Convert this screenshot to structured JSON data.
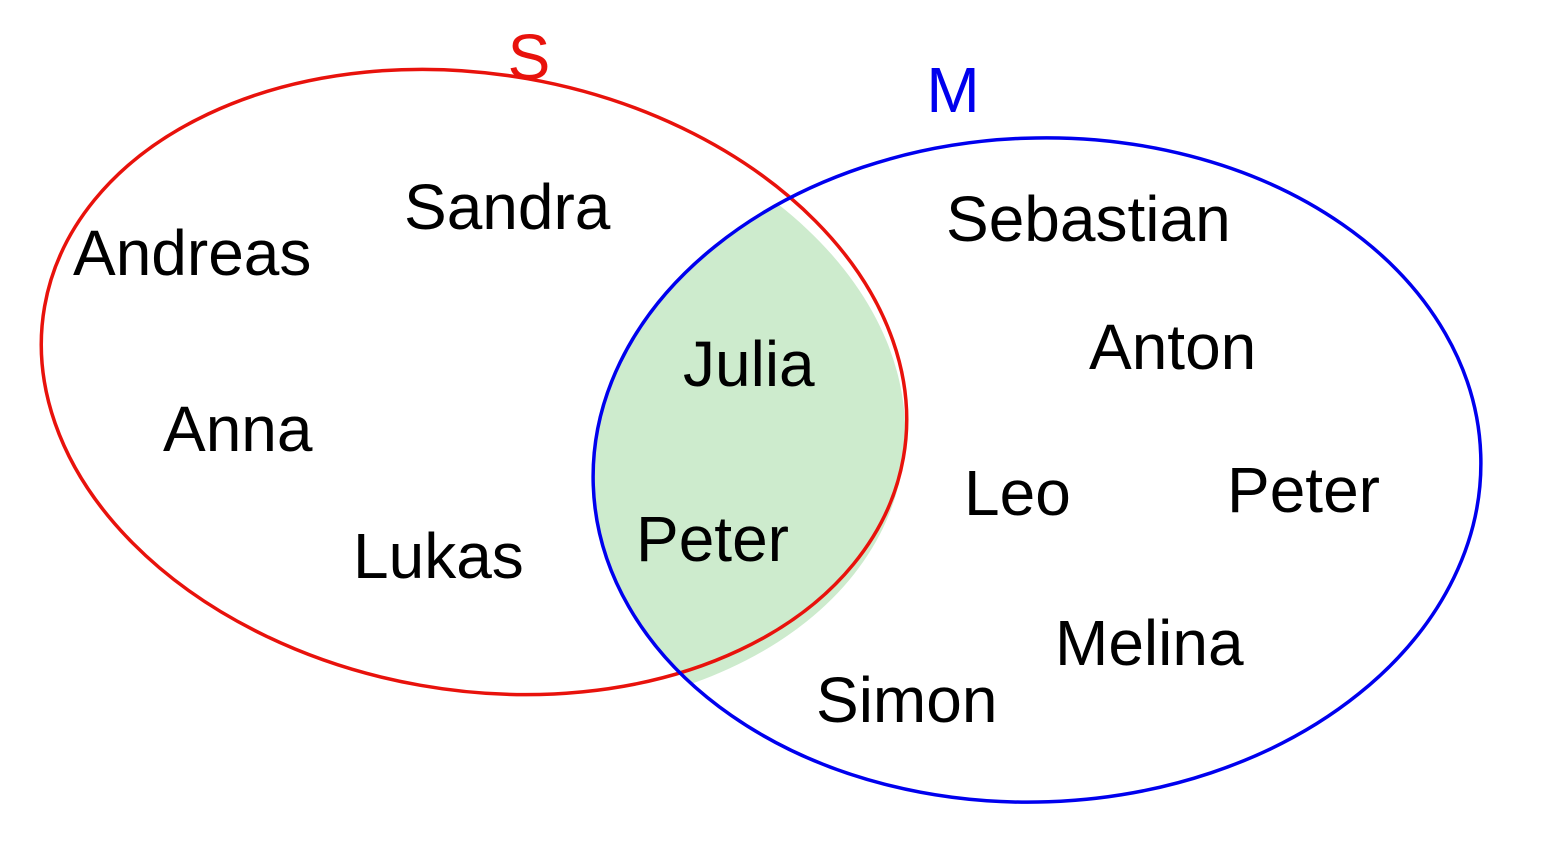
{
  "sets": {
    "S": {
      "label": "S",
      "color": "#e8120c",
      "members": [
        "Sandra",
        "Andreas",
        "Anna",
        "Lukas"
      ]
    },
    "M": {
      "label": "M",
      "color": "#0000ee",
      "members": [
        "Sebastian",
        "Anton",
        "Leo",
        "Peter",
        "Melina",
        "Simon"
      ]
    },
    "intersection": {
      "fill_color": "#cdebcd",
      "members": [
        "Julia",
        "Peter"
      ]
    }
  }
}
